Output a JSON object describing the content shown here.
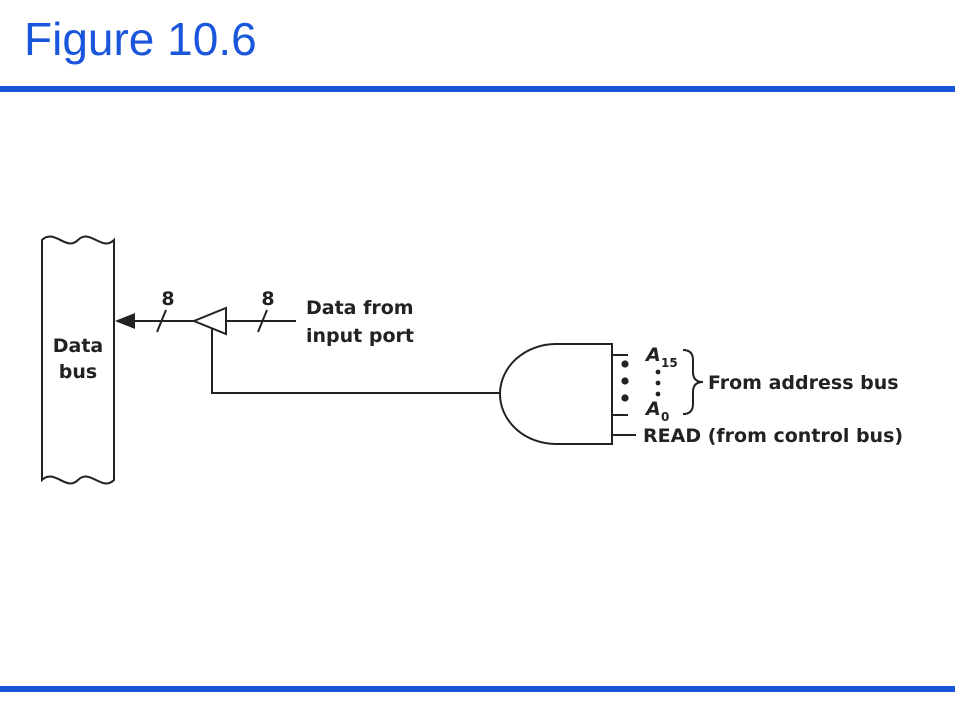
{
  "header": {
    "title": "Figure 10.6"
  },
  "diagram": {
    "data_bus_label_line1": "Data",
    "data_bus_label_line2": "bus",
    "bus_width_left": "8",
    "bus_width_right": "8",
    "input_label_line1": "Data from",
    "input_label_line2": "input port",
    "addr_high_letter": "A",
    "addr_high_sub": "15",
    "addr_low_letter": "A",
    "addr_low_sub": "0",
    "address_bus_label": "From address bus",
    "read_label": "READ (from control bus)"
  },
  "colors": {
    "accent": "#1a56db",
    "ink": "#222222"
  }
}
